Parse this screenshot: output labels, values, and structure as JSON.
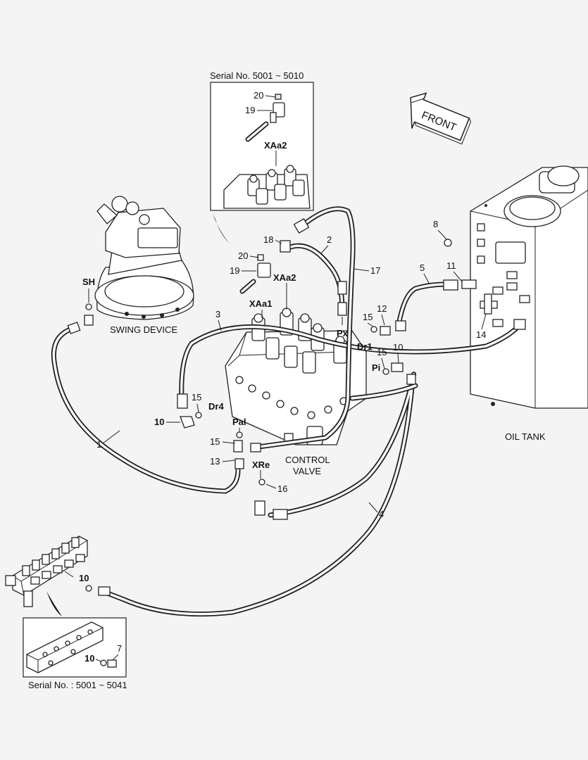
{
  "inset_top": {
    "serial_text": "Serial No. 5001 ~ 5010",
    "item_20": "20",
    "item_19": "19",
    "port_label": "XAa2"
  },
  "inset_bottom": {
    "serial_text": "Serial No. : 5001 ~ 5041",
    "item_10": "10",
    "item_7": "7"
  },
  "front_arrow": {
    "label": "FRONT"
  },
  "components": {
    "swing_device": "SWING DEVICE",
    "oil_tank": "OIL TANK",
    "control_valve_line1": "CONTROL",
    "control_valve_line2": "VALVE"
  },
  "ports": {
    "sh": "SH",
    "xaa1": "XAa1",
    "xaa2": "XAa2",
    "px": "Px",
    "dr1": "Dr1",
    "pi": "Pi",
    "dr4": "Dr4",
    "pal": "Pal",
    "xre": "XRe"
  },
  "callouts": {
    "c1": "1",
    "c2": "2",
    "c3": "3",
    "c4": "4",
    "c5": "5",
    "c8": "8",
    "c10_left": "10",
    "c10_right": "10",
    "c10_manifold": "10",
    "c11": "11",
    "c12": "12",
    "c13": "13",
    "c14": "14",
    "c15_left": "15",
    "c15_px": "15",
    "c15_pi": "15",
    "c15_pal": "15",
    "c16": "16",
    "c17": "17",
    "c18": "18",
    "c19": "19",
    "c20": "20"
  },
  "colors": {
    "line": "#222222",
    "background": "#f4f4f4",
    "fill": "#ffffff"
  }
}
